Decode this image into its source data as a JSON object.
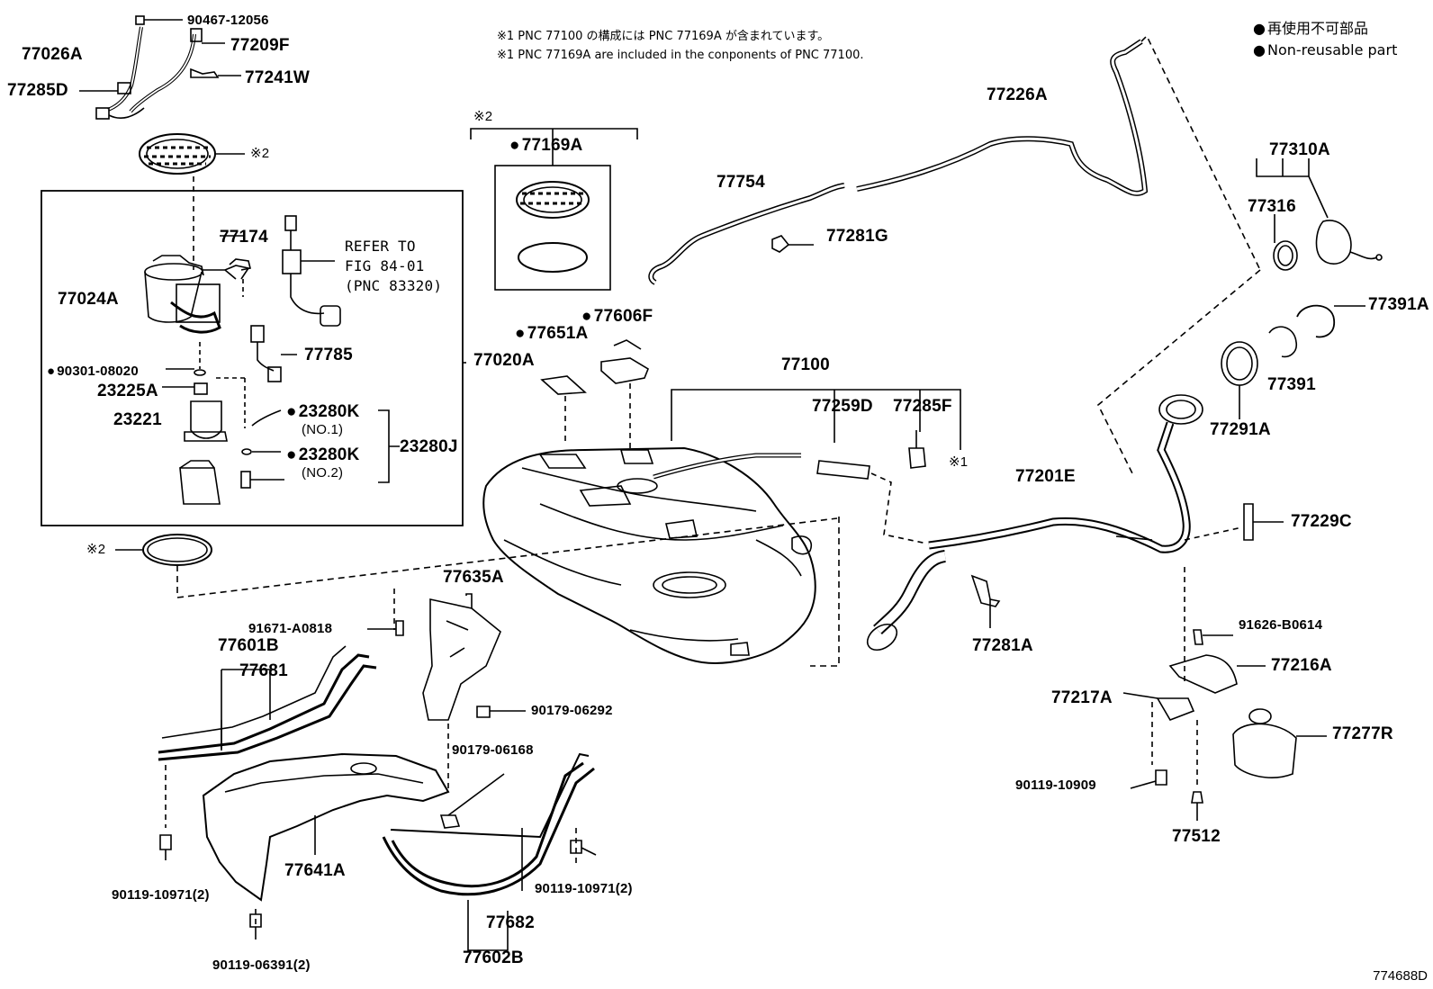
{
  "legend": {
    "ja": "再使用不可部品",
    "en": "Non-reusable part"
  },
  "notes": {
    "ja": "※1 PNC 77100 の構成には PNC 77169A が含まれています。",
    "en": "※1 PNC 77169A are included in the conponents of PNC 77100."
  },
  "refer": {
    "line1": "REFER TO",
    "line2": "FIG 84-01",
    "line3": "(PNC 83320)"
  },
  "figure_code": "774688D",
  "parts": {
    "p90467": "90467-12056",
    "p77026A": "77026A",
    "p77209F": "77209F",
    "p77285D": "77285D",
    "p77241W": "77241W",
    "mark2a": "※2",
    "p77174": "77174",
    "p77024A": "77024A",
    "p77785": "77785",
    "p77020A": "77020A",
    "p90301": "90301-08020",
    "p23225A": "23225A",
    "p23221": "23221",
    "p23280K1": "23280K",
    "no1": "(NO.1)",
    "p23280K2": "23280K",
    "no2": "(NO.2)",
    "p23280J": "23280J",
    "mark2b": "※2",
    "mark2c": "※2",
    "p77169A": "77169A",
    "p77754": "77754",
    "p77226A": "77226A",
    "p77281G": "77281G",
    "p77651A": "77651A",
    "p77606F": "77606F",
    "p77100": "77100",
    "p77259D": "77259D",
    "p77285F": "77285F",
    "mark1": "※1",
    "p77310A": "77310A",
    "p77316": "77316",
    "p77391A": "77391A",
    "p77391": "77391",
    "p77291A": "77291A",
    "p77201E": "77201E",
    "p77229C": "77229C",
    "p77635A": "77635A",
    "p91671": "91671-A0818",
    "p77601B": "77601B",
    "p77681": "77681",
    "p90179_06292": "90179-06292",
    "p90179_06168": "90179-06168",
    "p77641A": "77641A",
    "p90119_10971a": "90119-10971(2)",
    "p90119_10971b": "90119-10971(2)",
    "p90119_06391": "90119-06391(2)",
    "p77682": "77682",
    "p77602B": "77602B",
    "p77281A": "77281A",
    "p91626": "91626-B0614",
    "p77216A": "77216A",
    "p77217A": "77217A",
    "p77277R": "77277R",
    "p90119_10909": "90119-10909",
    "p77512": "77512"
  }
}
